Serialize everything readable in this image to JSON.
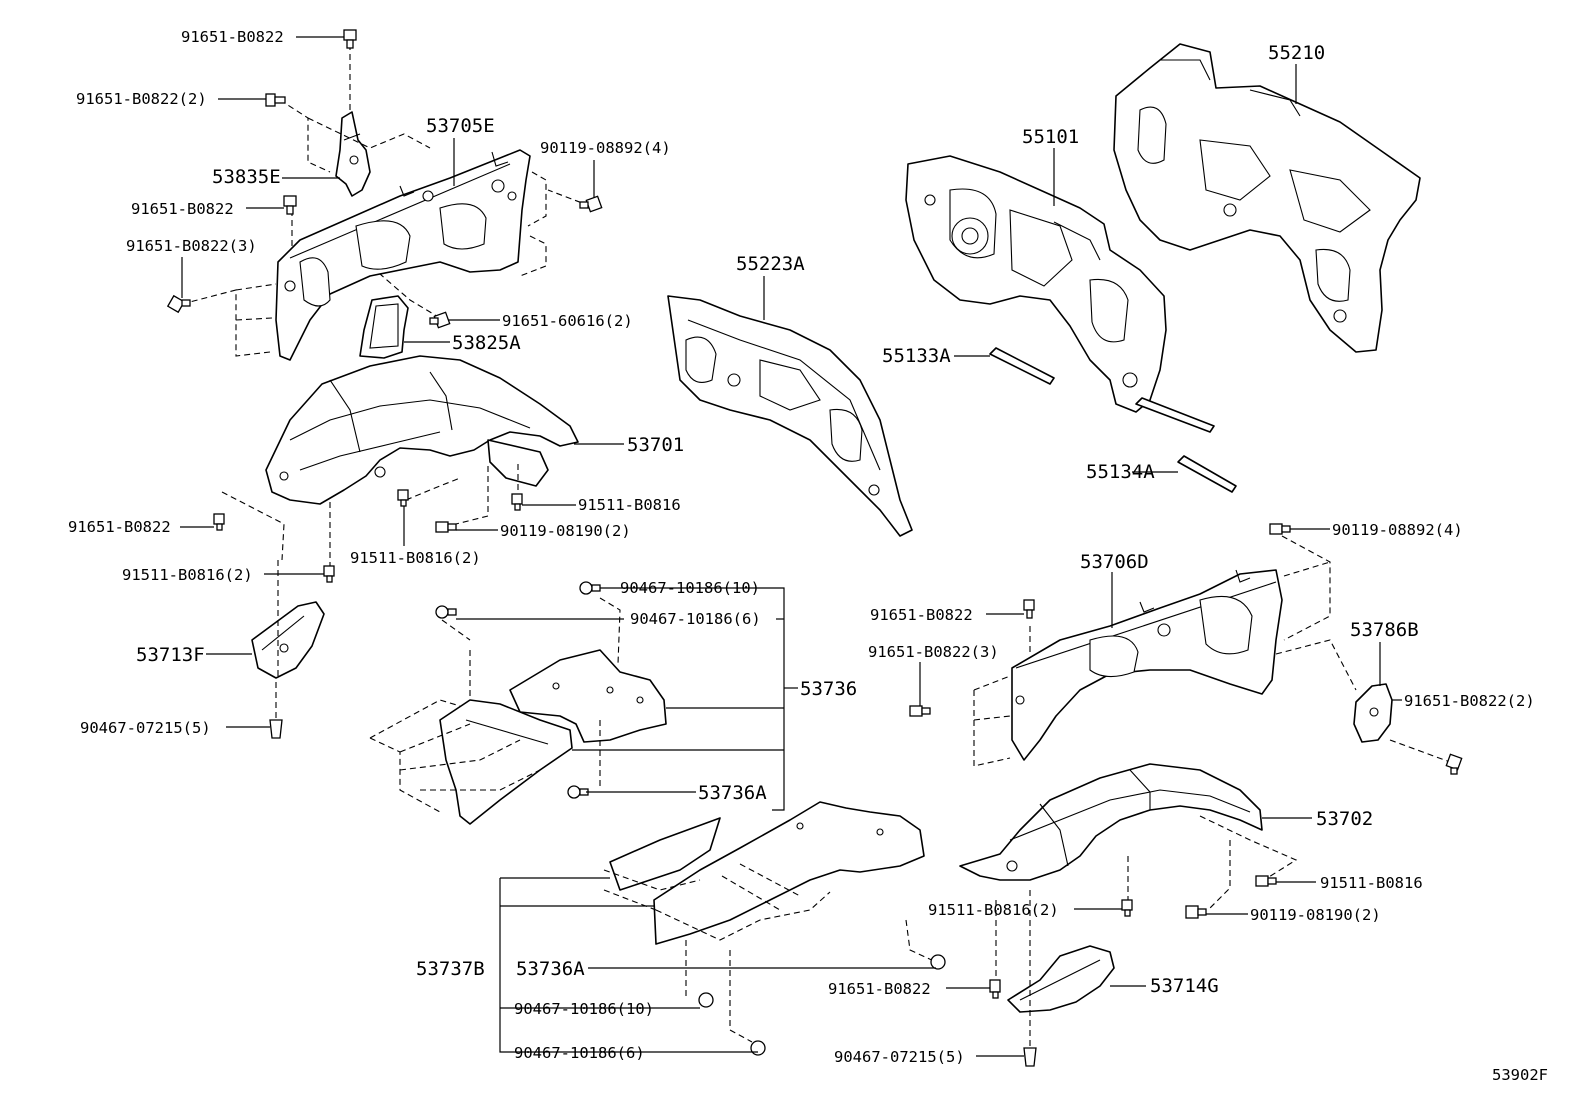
{
  "diagram": {
    "code": "53902F",
    "labels": {
      "p91651_b0822_top": "91651-B0822",
      "p91651_b0822_2_a": "91651-B0822(2)",
      "p53705e": "53705E",
      "p90119_08892_4_a": "90119-08892(4)",
      "p53835e": "53835E",
      "p91651_b0822_b": "91651-B0822",
      "p91651_b0822_3_a": "91651-B0822(3)",
      "p91651_60616_2": "91651-60616(2)",
      "p53825a": "53825A",
      "p53701": "53701",
      "p91511_b0816_a": "91511-B0816",
      "p91651_b0822_c": "91651-B0822",
      "p90119_08190_2_a": "90119-08190(2)",
      "p91511_b0816_2_a": "91511-B0816(2)",
      "p91511_b0816_2_b": "91511-B0816(2)",
      "p53713f": "53713F",
      "p90467_07215_5_a": "90467-07215(5)",
      "p90467_10186_10_a": "90467-10186(10)",
      "p90467_10186_6_a": "90467-10186(6)",
      "p53736": "53736",
      "p53736a_a": "53736A",
      "p55223a": "55223A",
      "p55101": "55101",
      "p55210": "55210",
      "p55133a": "55133A",
      "p55134a": "55134A",
      "p90119_08892_4_b": "90119-08892(4)",
      "p53706d": "53706D",
      "p91651_b0822_d": "91651-B0822",
      "p91651_b0822_3_b": "91651-B0822(3)",
      "p53786b": "53786B",
      "p91651_b0822_2_b": "91651-B0822(2)",
      "p53702": "53702",
      "p91511_b0816_b": "91511-B0816",
      "p91511_b0816_2_c": "91511-B0816(2)",
      "p90119_08190_2_b": "90119-08190(2)",
      "p53737b": "53737B",
      "p53736a_b": "53736A",
      "p91651_b0822_e": "91651-B0822",
      "p53714g": "53714G",
      "p90467_10186_10_b": "90467-10186(10)",
      "p90467_10186_6_b": "90467-10186(6)",
      "p90467_07215_5_b": "90467-07215(5)"
    }
  }
}
